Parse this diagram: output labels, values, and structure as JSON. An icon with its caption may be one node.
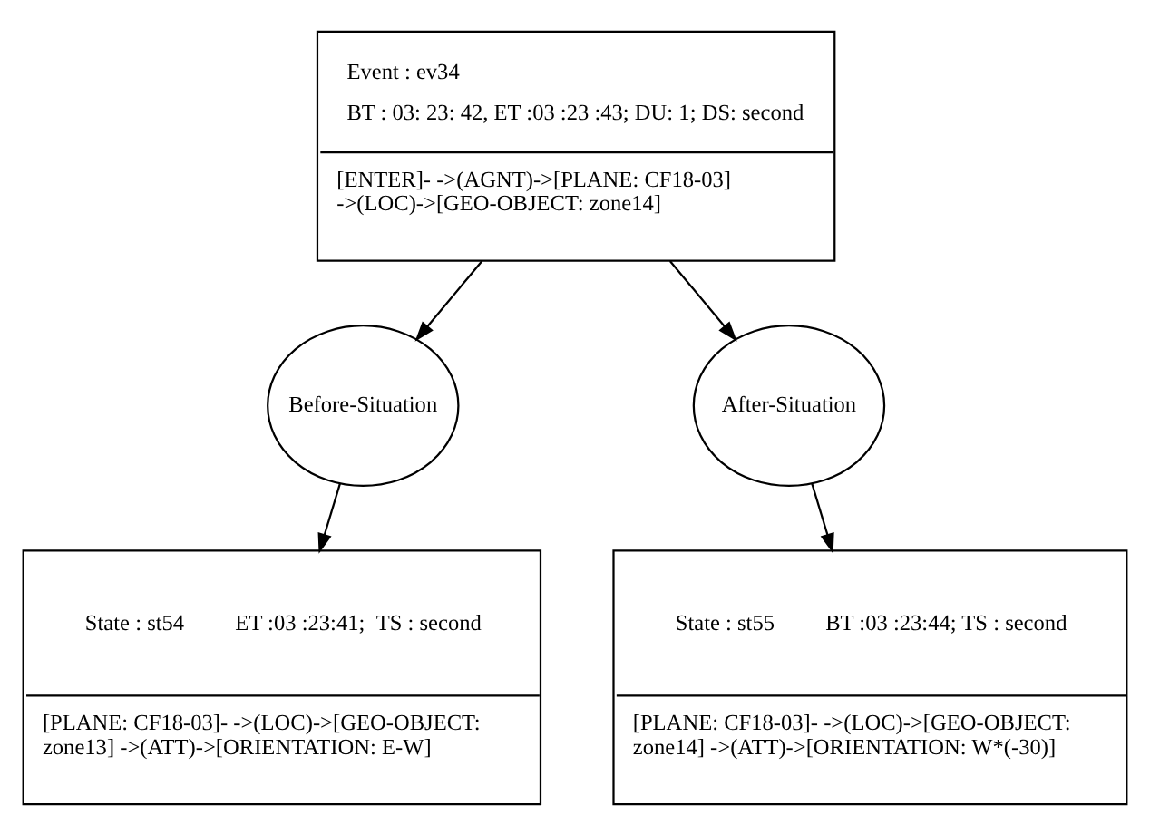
{
  "diagram": {
    "nodes": [
      {
        "text": [
          "Event : ev34",
          "BT : 03: 23: 42, ET :03 :23 :43; DU: 1; DS: second",
          "[ENTER]- ->(AGNT)->[PLANE: CF18-03] ->(LOC)->[GEO-OBJECT: zone14]"
        ]
      },
      {
        "text": [
          "Before-Situation"
        ]
      },
      {
        "text": [
          "State : st54",
          "ET :03 :23:41;  TS : second",
          "[PLANE: CF18-03]- ->(LOC)->[GEO-OBJECT: zone13] ->(ATT)->[ORIENTATION: E-W]"
        ]
      },
      {
        "text": [
          "After-Situation"
        ]
      },
      {
        "text": [
          "State : st55",
          "BT :03 :23:44; TS : second",
          "[PLANE: CF18-03]- ->(LOC)->[GEO-OBJECT: zone14] ->(ATT)->[ORIENTATION: W*(-30)]"
        ]
      }
    ],
    "edges": [
      {
        "from": 0,
        "to": 1,
        "arrow": "to"
      },
      {
        "from": 1,
        "to": 2,
        "arrow": "to"
      },
      {
        "from": 0,
        "to": 3,
        "arrow": "to"
      },
      {
        "from": 3,
        "to": 4,
        "arrow": "to"
      }
    ]
  }
}
